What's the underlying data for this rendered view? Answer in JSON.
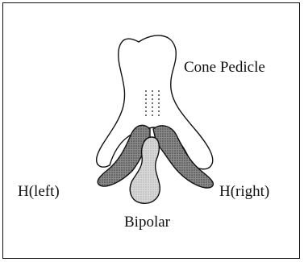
{
  "labels": {
    "cone_pedicle": "Cone Pedicle",
    "h_left": "H(left)",
    "h_right": "H(right)",
    "bipolar": "Bipolar"
  },
  "colors": {
    "outline": "#111111",
    "horizontal_fill": "#6e6e6e",
    "bipolar_fill": "#c8c8c8",
    "background": "#ffffff"
  }
}
